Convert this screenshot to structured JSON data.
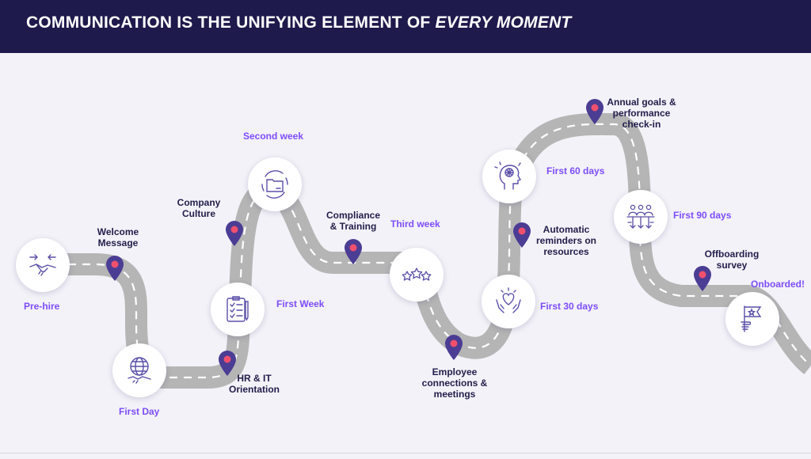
{
  "header": {
    "title_main": "COMMUNICATION IS THE UNIFYING ELEMENT OF ",
    "title_emphasis": "EVERY MOMENT"
  },
  "colors": {
    "header_bg": "#1e1a4c",
    "road": "#b5b5b5",
    "road_dash": "#ffffff",
    "pin": "#4b3c94",
    "pin_dot": "#f0506e",
    "purple_label": "#7d4dfa",
    "dark_label": "#221d4a",
    "icon_stroke": "#5a4fa8"
  },
  "stages": [
    {
      "label": "Pre-hire",
      "icon": "handshake-arrows-icon"
    },
    {
      "label": "First Day",
      "icon": "globe-handshake-icon"
    },
    {
      "label": "First Week",
      "icon": "checklist-icon"
    },
    {
      "label": "Second week",
      "icon": "folder-cycle-icon"
    },
    {
      "label": "Third week",
      "icon": "three-stars-icon"
    },
    {
      "label": "First 30 days",
      "icon": "heart-hands-icon"
    },
    {
      "label": "First 60 days",
      "icon": "head-brain-icon"
    },
    {
      "label": "First 90 days",
      "icon": "team-arrows-icon"
    },
    {
      "label": "Onboarded!",
      "icon": "flag-hand-icon"
    }
  ],
  "milestones": [
    {
      "label": "Welcome Message"
    },
    {
      "label": "HR & IT Orientation"
    },
    {
      "label": "Company Culture"
    },
    {
      "label": "Compliance & Training"
    },
    {
      "label": "Employee connections & meetings"
    },
    {
      "label": "Automatic reminders on resources"
    },
    {
      "label": "Annual goals & performance check-in"
    },
    {
      "label": "Offboarding survey"
    }
  ]
}
